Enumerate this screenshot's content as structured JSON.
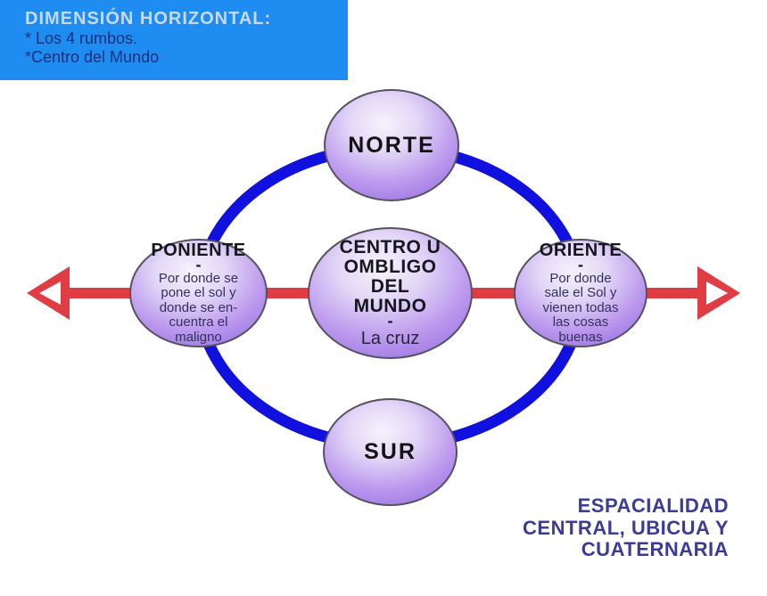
{
  "header": {
    "title": "DIMENSIÓN HORIZONTAL:",
    "bullet1": "* Los 4 rumbos.",
    "bullet2": "*Centro del Mundo"
  },
  "nodes": {
    "norte": {
      "label": "NORTE"
    },
    "sur": {
      "label": "SUR"
    },
    "poniente": {
      "title": "PONIENTE",
      "dash": "-",
      "desc": [
        "Por donde se",
        "pone el sol y",
        "donde se en-",
        "cuentra el",
        "maligno"
      ]
    },
    "oriente": {
      "title": "ORIENTE",
      "dash": "-",
      "desc": [
        "Por donde",
        "sale el Sol y",
        "vienen todas",
        "las cosas",
        "buenas"
      ]
    },
    "centro": {
      "title_lines": [
        "CENTRO U",
        "OMBLIGO",
        "DEL",
        "MUNDO"
      ],
      "dash": "-",
      "subtitle": "La cruz"
    }
  },
  "caption": {
    "lines": [
      "ESPACIALIDAD",
      "CENTRAL, UBICUA Y",
      "CUATERNARIA"
    ]
  },
  "colors": {
    "header_bg": "#1E8CF0",
    "header_title_text": "#C9D9F6",
    "header_bullet_text": "#1A2F7D",
    "ring_blue": "#1010DF",
    "arrow_red": "#E03C44",
    "sphere_light": "#F6F2FC",
    "sphere_dark": "#9B74E2",
    "caption_text": "#3C3B97"
  }
}
